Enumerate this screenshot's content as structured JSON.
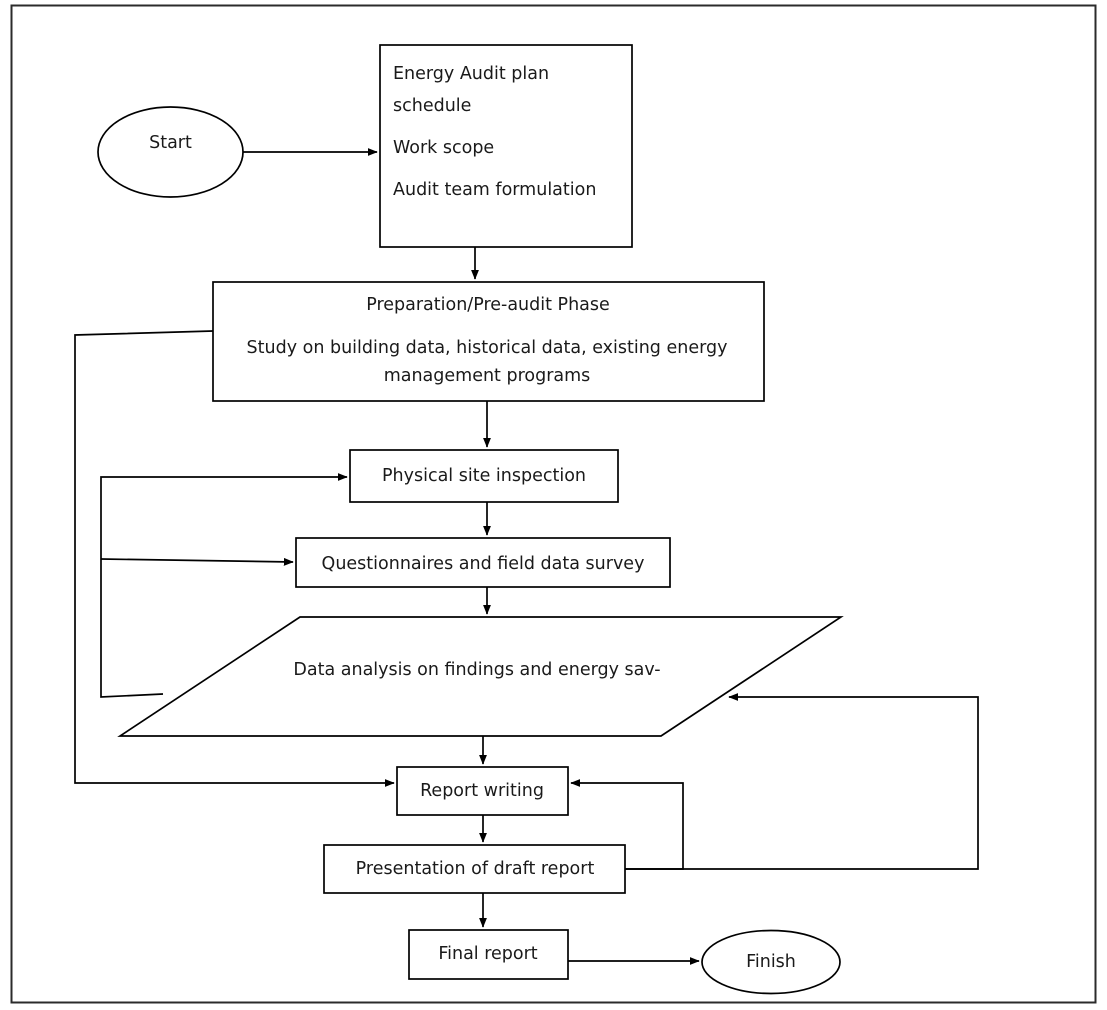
{
  "diagram": {
    "title": "Energy Audit Process Flowchart",
    "background_color": "#ffffff",
    "line_color": "#000000",
    "frame_color": "#2b2b2b",
    "nodes": {
      "start": {
        "label": "Start",
        "shape": "ellipse"
      },
      "plan": {
        "shape": "rectangle",
        "lines": [
          "Energy Audit plan",
          "schedule",
          "Work scope",
          "Audit team formulation"
        ]
      },
      "preparation": {
        "shape": "rectangle",
        "lines": [
          "Preparation/Pre-audit Phase",
          "Study on building data, historical data, existing energy",
          "management programs"
        ]
      },
      "inspection": {
        "label": "Physical site inspection",
        "shape": "rectangle"
      },
      "questionnaires": {
        "label": "Questionnaires and field data survey",
        "shape": "rectangle"
      },
      "analysis": {
        "label": "Data analysis on findings and energy sav-",
        "shape": "parallelogram"
      },
      "report_writing": {
        "label": "Report writing",
        "shape": "rectangle"
      },
      "presentation": {
        "label": "Presentation of draft report",
        "shape": "rectangle"
      },
      "final_report": {
        "label": "Final report",
        "shape": "rectangle"
      },
      "finish": {
        "label": "Finish",
        "shape": "ellipse"
      }
    },
    "edges": [
      {
        "from": "start",
        "to": "plan",
        "kind": "arrow"
      },
      {
        "from": "plan",
        "to": "preparation",
        "kind": "arrow"
      },
      {
        "from": "preparation",
        "to": "inspection",
        "kind": "arrow"
      },
      {
        "from": "inspection",
        "to": "questionnaires",
        "kind": "arrow"
      },
      {
        "from": "questionnaires",
        "to": "analysis",
        "kind": "arrow"
      },
      {
        "from": "analysis",
        "to": "report_writing",
        "kind": "arrow"
      },
      {
        "from": "report_writing",
        "to": "presentation",
        "kind": "arrow"
      },
      {
        "from": "presentation",
        "to": "final_report",
        "kind": "arrow"
      },
      {
        "from": "final_report",
        "to": "finish",
        "kind": "arrow"
      },
      {
        "from": "preparation",
        "to": "report_writing",
        "kind": "feedback-left-outer"
      },
      {
        "from": "analysis",
        "to": "inspection",
        "kind": "feedback-left-inner"
      },
      {
        "from": "analysis",
        "to": "questionnaires",
        "kind": "feedback-left-inner"
      },
      {
        "from": "presentation",
        "to": "report_writing",
        "kind": "feedback-right-short"
      },
      {
        "from": "presentation",
        "to": "analysis",
        "kind": "feedback-right-long"
      }
    ]
  }
}
